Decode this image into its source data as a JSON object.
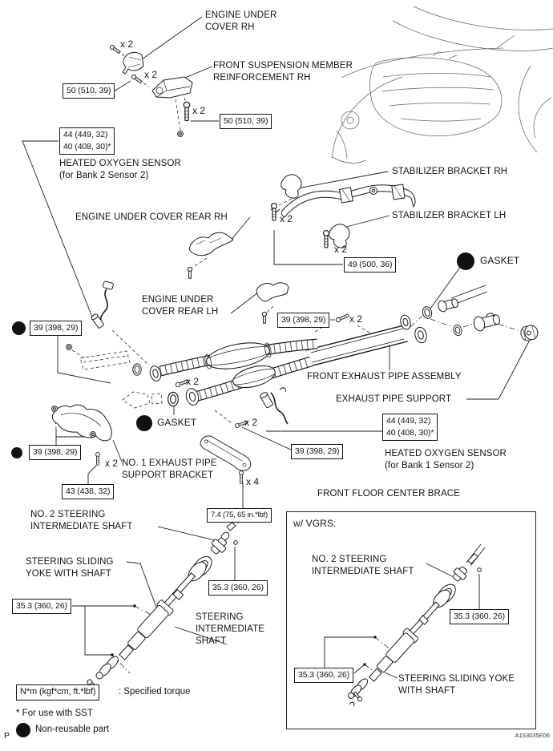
{
  "figure": {
    "id": "A153035E06",
    "page_marker": "P"
  },
  "qty": {
    "x2": "x 2",
    "x4": "x 4"
  },
  "labels": {
    "engine_under_cover_rh": "ENGINE UNDER\nCOVER RH",
    "front_suspension_member": "FRONT SUSPENSION MEMBER\nREINFORCEMENT RH",
    "ho2s_bank2": "HEATED OXYGEN SENSOR\n(for Bank 2 Sensor 2)",
    "stabilizer_bracket_rh": "STABILIZER BRACKET RH",
    "engine_under_cover_rear_rh": "ENGINE UNDER COVER REAR RH",
    "stabilizer_bracket_lh": "STABILIZER BRACKET LH",
    "gasket_upper": "GASKET",
    "engine_under_cover_rear_lh": "ENGINE UNDER\nCOVER REAR LH",
    "front_exhaust_pipe_assembly": "FRONT EXHAUST PIPE ASSEMBLY",
    "exhaust_pipe_support": "EXHAUST PIPE SUPPORT",
    "gasket_lower": "GASKET",
    "ho2s_bank1": "HEATED OXYGEN SENSOR\n(for Bank 1 Sensor 2)",
    "no1_exhaust_pipe_support_bracket": "NO. 1 EXHAUST PIPE\nSUPPORT BRACKET",
    "front_floor_center_brace": "FRONT FLOOR CENTER BRACE",
    "no2_steering_shaft": "NO. 2 STEERING\nINTERMEDIATE SHAFT",
    "steering_sliding_yoke": "STEERING SLIDING\nYOKE WITH SHAFT",
    "steering_intermediate_shaft": "STEERING\nINTERMEDIATE\nSHAFT",
    "inset_no2_steering_shaft": "NO. 2 STEERING\nINTERMEDIATE SHAFT",
    "inset_steering_sliding_yoke": "STEERING SLIDING YOKE\nWITH SHAFT"
  },
  "torques": {
    "t50": "50 (510, 39)",
    "t44_40": "44 (449, 32)\n40 (408, 30)*",
    "t49": "49 (500, 36)",
    "t39": "39 (398, 29)",
    "t43": "43 (438, 32)",
    "t74": "7.4 (75, 65 in.*lbf)",
    "t353": "35.3 (360, 26)"
  },
  "inset": {
    "title": "w/ VGRS:"
  },
  "legend": {
    "torque_unit": "N*m (kgf*cm, ft.*lbf)",
    "torque_label": ": Specified torque",
    "sst_note": "* For use with SST",
    "non_reusable": "Non-reusable part"
  }
}
